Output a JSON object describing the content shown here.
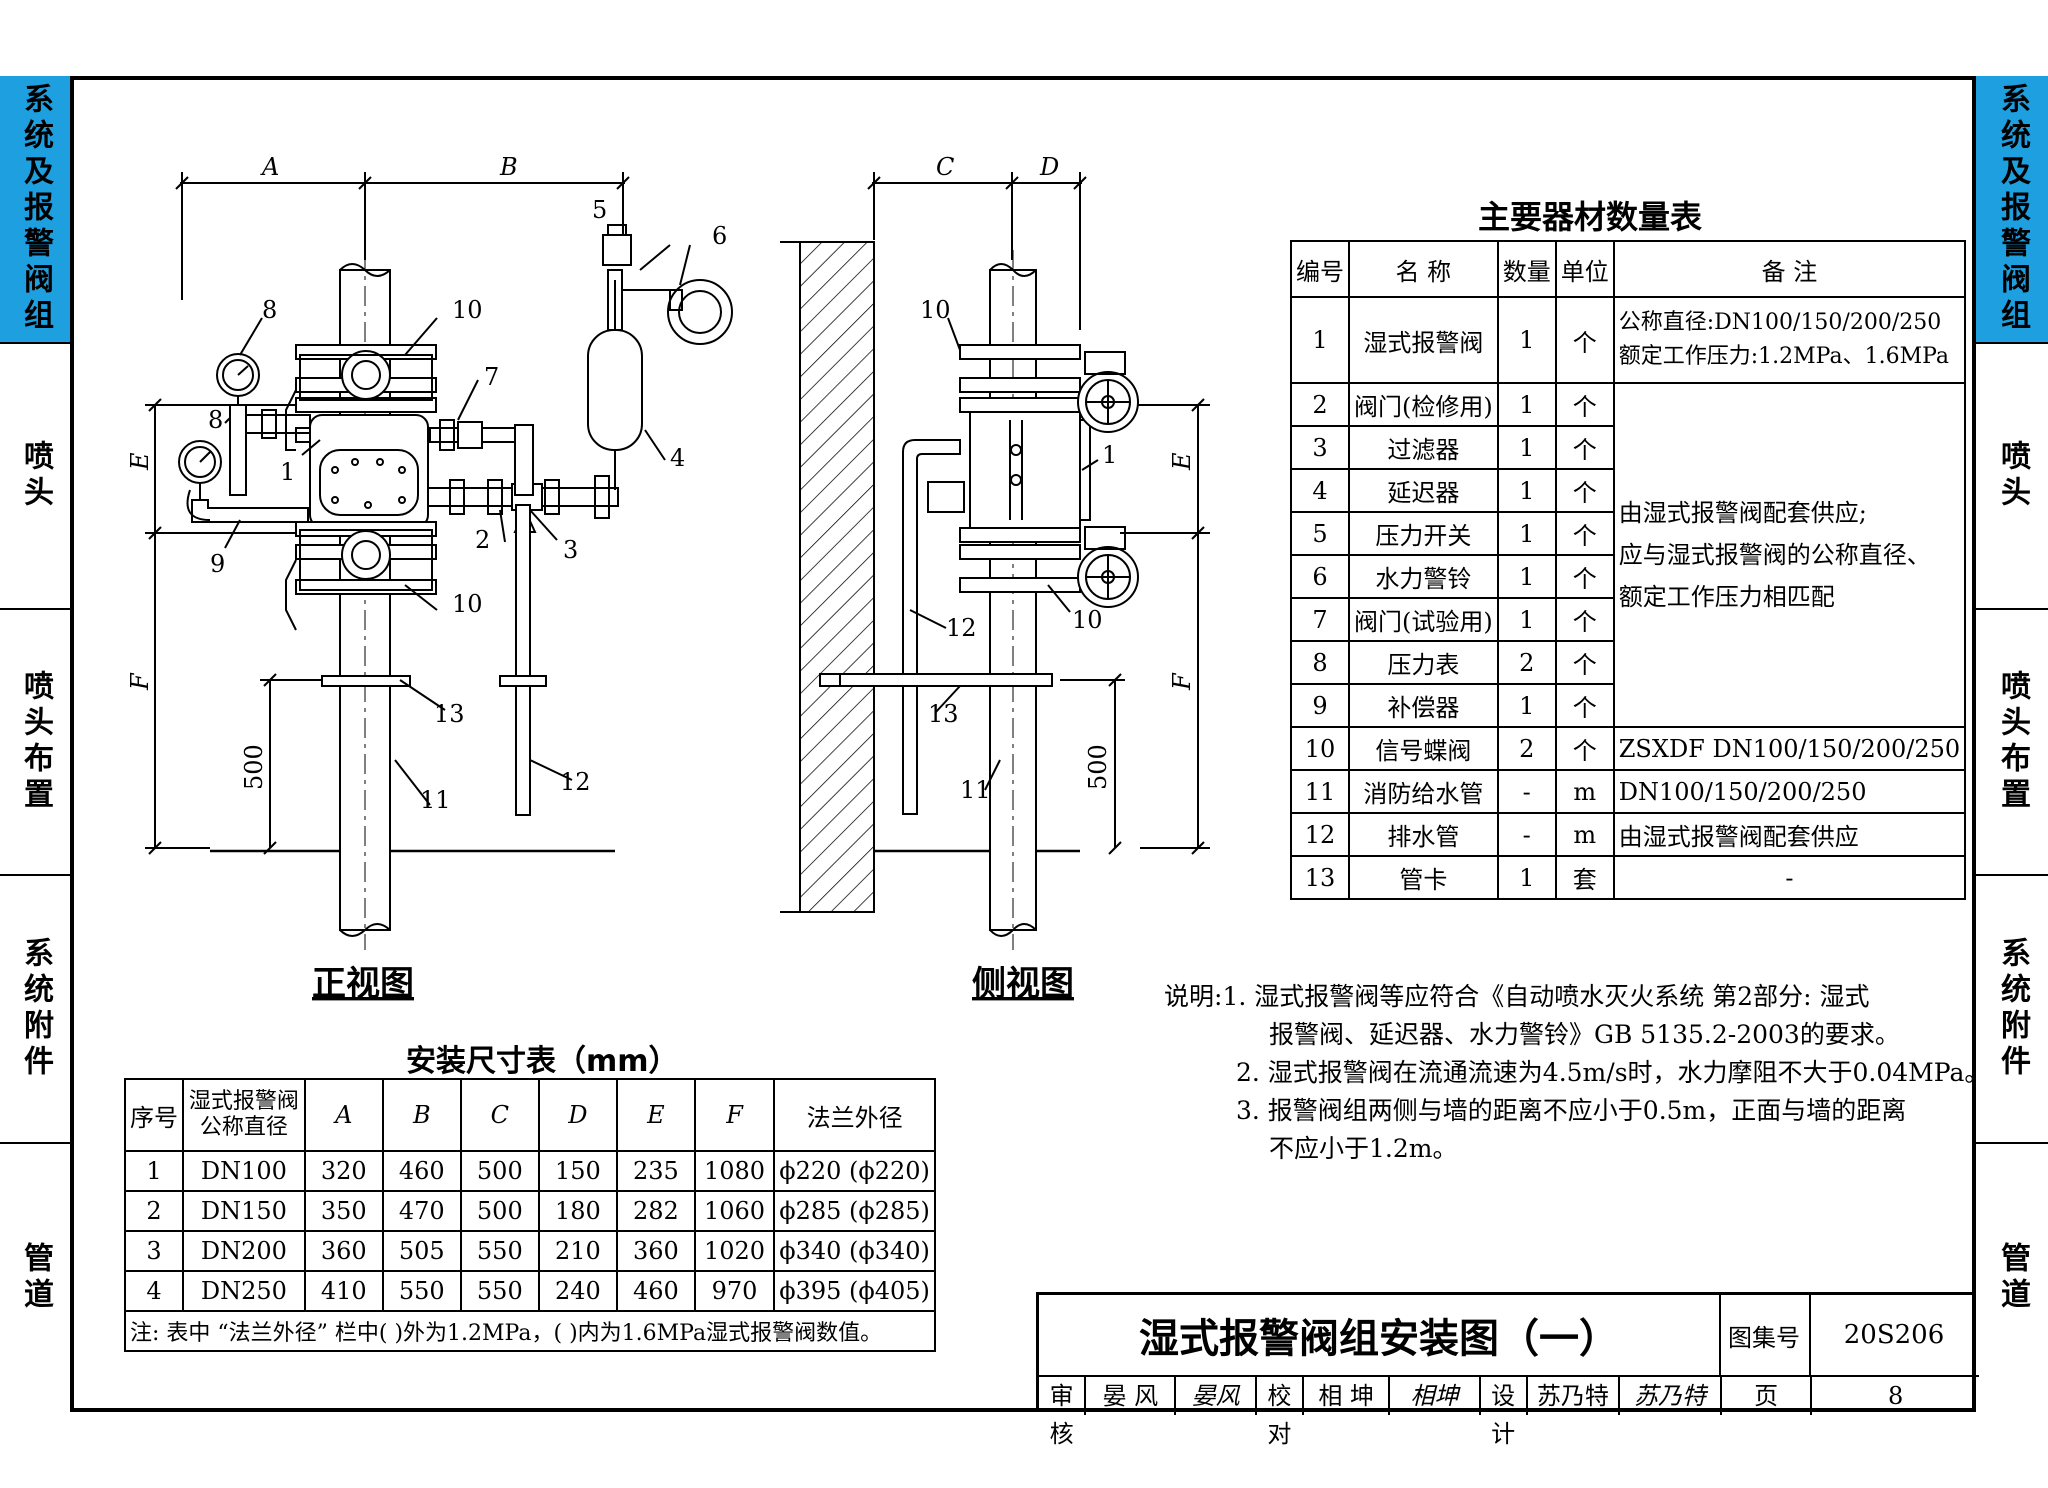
{
  "side_tabs": [
    "系统及报警阀组",
    "喷头",
    "喷头布置",
    "系统附件",
    "管道"
  ],
  "active_tab": 0,
  "accent_color": "#1e9fe0",
  "front_view": {
    "title": "正视图",
    "dims": [
      "A",
      "B",
      "E",
      "F",
      "500"
    ],
    "labels": [
      "1",
      "2",
      "3",
      "4",
      "5",
      "6",
      "7",
      "8",
      "8",
      "9",
      "10",
      "10",
      "11",
      "12",
      "13"
    ]
  },
  "side_view": {
    "title": "侧视图",
    "dims": [
      "C",
      "D",
      "E",
      "F",
      "500"
    ],
    "labels": [
      "1",
      "10",
      "10",
      "11",
      "12",
      "13"
    ]
  },
  "materials": {
    "title": "主要器材数量表",
    "headers": [
      "编号",
      "名 称",
      "数量",
      "单位",
      "备 注"
    ],
    "rows": [
      [
        "1",
        "湿式报警阀",
        "1",
        "个"
      ],
      [
        "2",
        "阀门(检修用)",
        "1",
        "个"
      ],
      [
        "3",
        "过滤器",
        "1",
        "个"
      ],
      [
        "4",
        "延迟器",
        "1",
        "个"
      ],
      [
        "5",
        "压力开关",
        "1",
        "个"
      ],
      [
        "6",
        "水力警铃",
        "1",
        "个"
      ],
      [
        "7",
        "阀门(试验用)",
        "1",
        "个"
      ],
      [
        "8",
        "压力表",
        "2",
        "个"
      ],
      [
        "9",
        "补偿器",
        "1",
        "个"
      ],
      [
        "10",
        "信号蝶阀",
        "2",
        "个"
      ],
      [
        "11",
        "消防给水管",
        "-",
        "m"
      ],
      [
        "12",
        "排水管",
        "-",
        "m"
      ],
      [
        "13",
        "管卡",
        "1",
        "套"
      ]
    ],
    "remark_1_line1": "公称直径:DN100/150/200/250",
    "remark_1_line2": "额定工作压力:1.2MPa、1.6MPa",
    "remark_2_9_line1": "由湿式报警阀配套供应;",
    "remark_2_9_line2": "应与湿式报警阀的公称直径、",
    "remark_2_9_line3": "额定工作压力相匹配",
    "remark_10": "ZSXDF   DN100/150/200/250",
    "remark_11": "DN100/150/200/250",
    "remark_12": "由湿式报警阀配套供应",
    "remark_13": "-"
  },
  "dimensions": {
    "title": "安装尺寸表（mm）",
    "headers": [
      "序号",
      "湿式报警阀公称直径",
      "A",
      "B",
      "C",
      "D",
      "E",
      "F",
      "法兰外径"
    ],
    "rows": [
      [
        "1",
        "DN100",
        "320",
        "460",
        "500",
        "150",
        "235",
        "1080",
        "ϕ220 (ϕ220)"
      ],
      [
        "2",
        "DN150",
        "350",
        "470",
        "500",
        "180",
        "282",
        "1060",
        "ϕ285 (ϕ285)"
      ],
      [
        "3",
        "DN200",
        "360",
        "505",
        "550",
        "210",
        "360",
        "1020",
        "ϕ340 (ϕ340)"
      ],
      [
        "4",
        "DN250",
        "410",
        "550",
        "550",
        "240",
        "460",
        "970",
        "ϕ395 (ϕ405)"
      ]
    ],
    "footnote": "注: 表中 “法兰外径” 栏中( )外为1.2MPa，( )内为1.6MPa湿式报警阀数值。"
  },
  "notes": {
    "prefix": "说明:",
    "lines": [
      "1. 湿式报警阀等应符合《自动喷水灭火系统 第2部分: 湿式",
      "报警阀、延迟器、水力警铃》GB 5135.2-2003的要求。",
      "2. 湿式报警阀在流通流速为4.5m/s时，水力摩阻不大于0.04MPa。",
      "3. 报警阀组两侧与墙的距离不应小于0.5m，正面与墙的距离",
      "不应小于1.2m。"
    ]
  },
  "title_block": {
    "drawing_title": "湿式报警阀组安装图（一）",
    "atlas_label": "图集号",
    "atlas_no": "20S206",
    "review_label": "审核",
    "reviewer": "晏 风",
    "reviewer_sign": "晏风",
    "check_label": "校对",
    "checker": "相 坤",
    "checker_sign": "相坤",
    "design_label": "设计",
    "designer": "苏乃特",
    "designer_sign": "苏乃特",
    "page_label": "页",
    "page_no": "8"
  }
}
